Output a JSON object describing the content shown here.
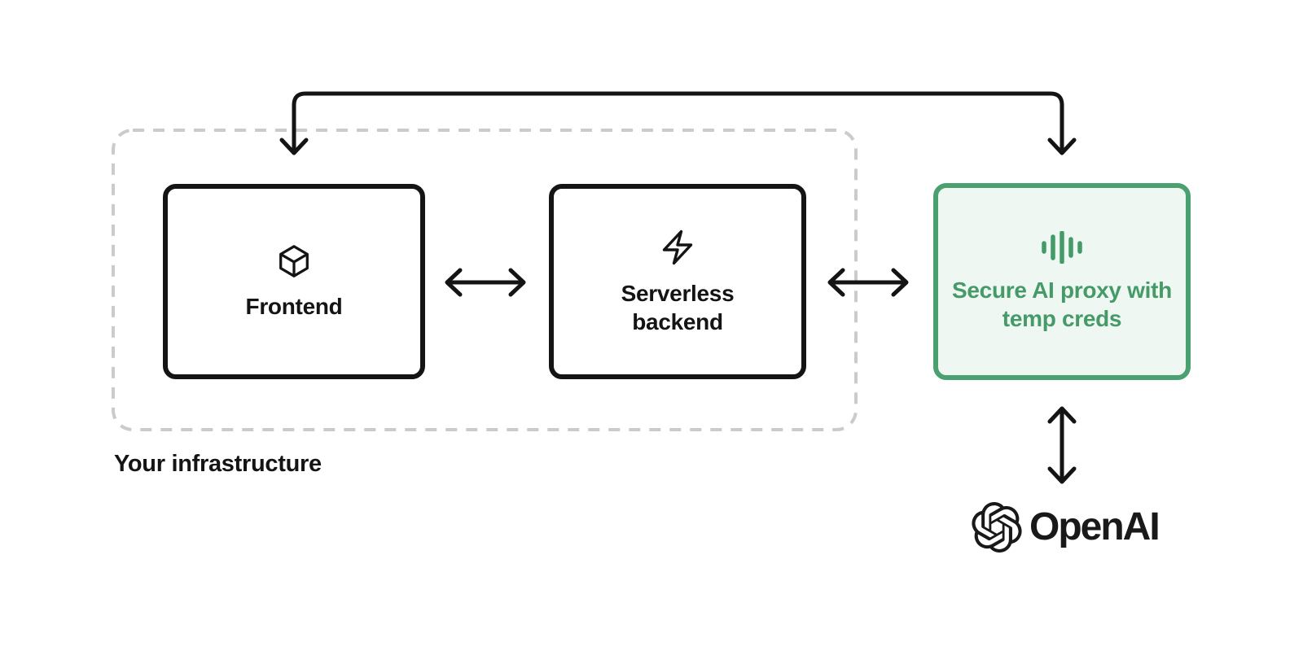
{
  "colors": {
    "ink": "#141414",
    "dash_gray": "#cbcbcb",
    "green_border": "#4ba06f",
    "green_bg": "#eef7f2",
    "green_text": "#459a68",
    "logo_black": "#191919"
  },
  "infrastructure": {
    "label": "Your infrastructure",
    "nodes": [
      {
        "id": "frontend",
        "label": "Frontend",
        "icon": "box-icon"
      },
      {
        "id": "serverless-backend",
        "label": "Serverless backend",
        "icon": "zap-icon"
      }
    ]
  },
  "proxy_node": {
    "label": "Secure AI proxy with temp creds",
    "icon": "audio-waveform-icon"
  },
  "openai": {
    "label": "OpenAI",
    "icon": "openai-logo-icon"
  },
  "connections": [
    {
      "from": "frontend",
      "to": "serverless-backend",
      "bidirectional": true,
      "route": "direct"
    },
    {
      "from": "serverless-backend",
      "to": "proxy",
      "bidirectional": true,
      "route": "direct"
    },
    {
      "from": "frontend",
      "to": "proxy",
      "bidirectional": true,
      "route": "over-top"
    },
    {
      "from": "proxy",
      "to": "openai",
      "bidirectional": true,
      "route": "direct"
    }
  ]
}
